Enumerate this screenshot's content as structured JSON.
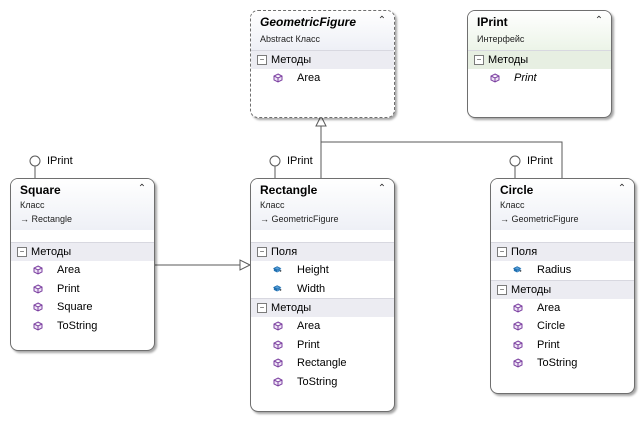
{
  "diagram": {
    "geometric_figure": {
      "name": "GeometricFigure",
      "kind": "Abstract Класс",
      "sections": [
        {
          "title": "Методы",
          "items": [
            "Area"
          ]
        }
      ]
    },
    "iprint": {
      "name": "IPrint",
      "kind": "Интерфейс",
      "sections": [
        {
          "title": "Методы",
          "items": [
            "Print"
          ]
        }
      ]
    },
    "square": {
      "name": "Square",
      "kind": "Класс",
      "base": "Rectangle",
      "interface": "IPrint",
      "sections": [
        {
          "title": "Методы",
          "items": [
            "Area",
            "Print",
            "Square",
            "ToString"
          ]
        }
      ]
    },
    "rectangle": {
      "name": "Rectangle",
      "kind": "Класс",
      "base": "GeometricFigure",
      "interface": "IPrint",
      "sections": [
        {
          "title": "Поля",
          "items": [
            "Height",
            "Width"
          ]
        },
        {
          "title": "Методы",
          "items": [
            "Area",
            "Print",
            "Rectangle",
            "ToString"
          ]
        }
      ]
    },
    "circle": {
      "name": "Circle",
      "kind": "Класс",
      "base": "GeometricFigure",
      "interface": "IPrint",
      "sections": [
        {
          "title": "Поля",
          "items": [
            "Radius"
          ]
        },
        {
          "title": "Методы",
          "items": [
            "Area",
            "Circle",
            "Print",
            "ToString"
          ]
        }
      ]
    },
    "icons": {
      "method": "method-cube-icon",
      "field": "field-icon",
      "collapse": "double-chevron-up-icon",
      "inherit": "arrow-icon",
      "expander": "minus-expander-icon"
    },
    "colors": {
      "method_icon": "#7b3fa0",
      "field_icon": "#1f6fb0",
      "border": "#6f6f6f"
    },
    "symbols": {
      "collapse": "⌃",
      "inherit": "→",
      "minus": "−"
    }
  }
}
